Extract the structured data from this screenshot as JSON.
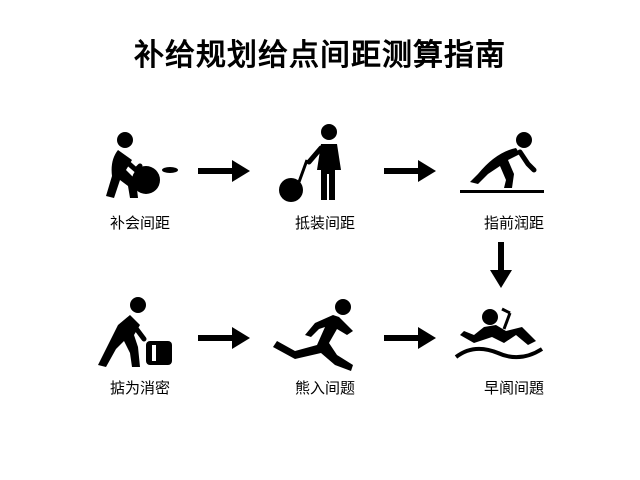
{
  "title": "补给规划给点间距测算指南",
  "steps": [
    {
      "label": "补会间距",
      "icon": "person-with-ball-icon"
    },
    {
      "label": "抵装间距",
      "icon": "person-with-ball-on-stick-icon"
    },
    {
      "label": "指前润距",
      "icon": "person-crawling-icon"
    },
    {
      "label": "掂为消密",
      "icon": "person-with-box-icon"
    },
    {
      "label": "熊入间题",
      "icon": "person-running-icon"
    },
    {
      "label": "早阆间題",
      "icon": "person-lying-on-mat-icon"
    }
  ],
  "colors": {
    "ink": "#000000",
    "background": "#ffffff"
  }
}
